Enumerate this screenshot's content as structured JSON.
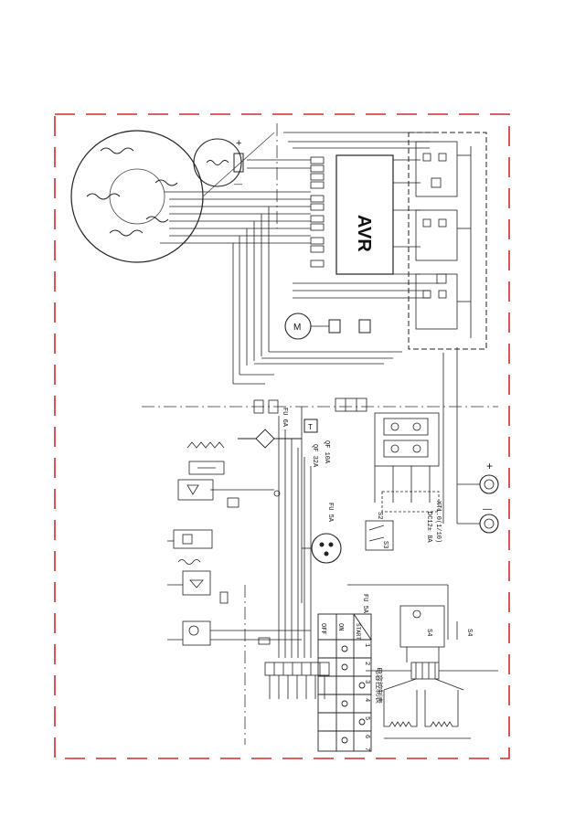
{
  "diagram": {
    "avr_label": "AVR",
    "fuse_b": "FU 6A",
    "fuse_a": "FU 5A",
    "fuse_c": "FU 5A",
    "breaker_1": "QF 10A",
    "breaker_2": "QF 32A",
    "terminal_label": "XT1.0(1/10)",
    "output_label": "DC12± 8A",
    "switch_s2": "S2",
    "switch_s3": "S3",
    "switch_s4_a": "S4",
    "switch_s4_b": "S4",
    "plus_symbol": "+",
    "minus_symbol": "—",
    "panel_plus": "+",
    "panel_minus": "—",
    "table_title": "电容控制表",
    "table_col_header": "OFF",
    "table_rows": [
      "ON",
      "START"
    ],
    "table_numbers": [
      "1",
      "2",
      "3",
      "4",
      "5",
      "6",
      "7"
    ]
  }
}
